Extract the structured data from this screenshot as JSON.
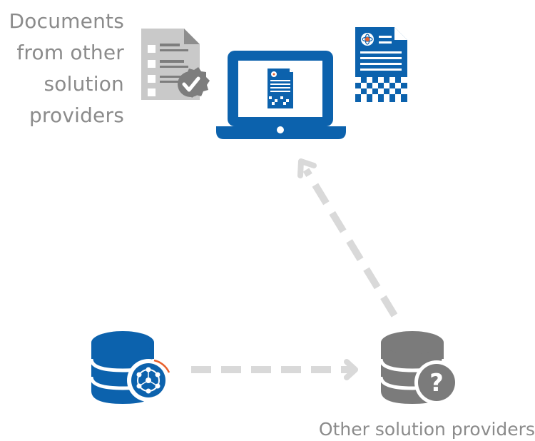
{
  "documents_label": {
    "lines": [
      "Documents",
      "from other",
      "solution",
      "providers"
    ]
  },
  "providers_label": "Other solution providers",
  "colors": {
    "blue": "#0c62ad",
    "gray_icon": "#7b7b7b",
    "light_gray": "#d5d5d5",
    "text": "#8b8b8b",
    "accent_orange": "#e8602c"
  },
  "icons": [
    "checked-document-icon",
    "laptop-icon",
    "blue-document-icon",
    "blue-database-icon",
    "gray-database-question-icon",
    "dashed-arrow-right",
    "dashed-arrow-up-left"
  ]
}
